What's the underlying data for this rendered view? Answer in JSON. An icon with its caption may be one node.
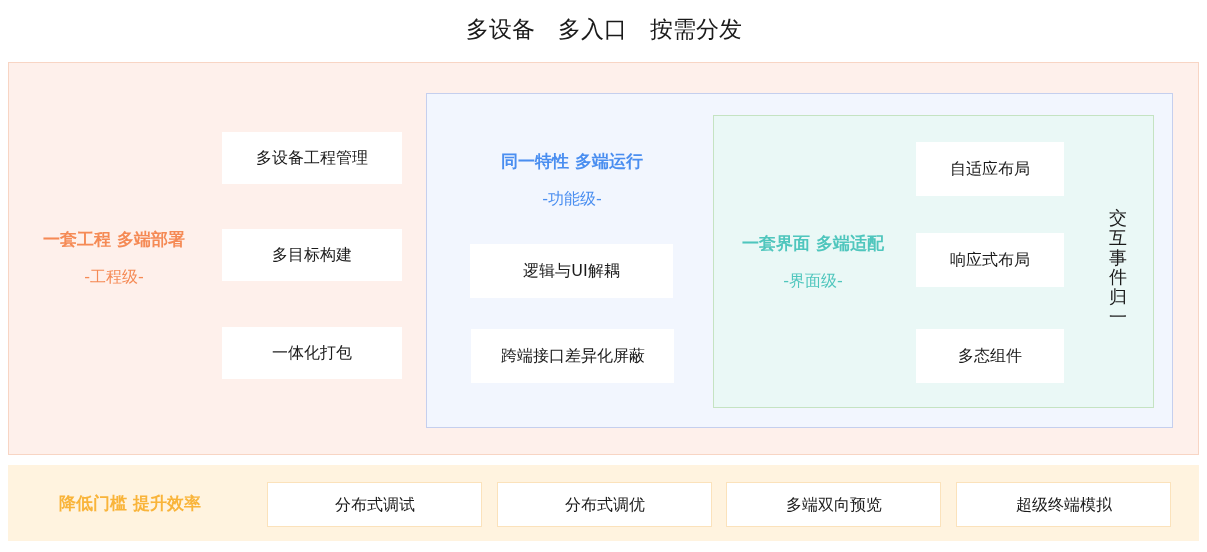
{
  "diagram": {
    "title": "多设备 多入口 按需分发",
    "nodes": [
      {
        "text": [
          "一套工程 多端部署",
          "-工程级-"
        ]
      },
      {
        "text": [
          "多设备工程管理"
        ],
        "in": 0
      },
      {
        "text": [
          "多目标构建"
        ],
        "in": 0
      },
      {
        "text": [
          "一体化打包"
        ],
        "in": 0
      },
      {
        "text": [
          "同一特性 多端运行",
          "-功能级-"
        ],
        "in": 0
      },
      {
        "text": [
          "逻辑与UI解耦"
        ],
        "in": 4
      },
      {
        "text": [
          "跨端接口差异化屏蔽"
        ],
        "in": 4
      },
      {
        "text": [
          "一套界面 多端适配",
          "-界面级-"
        ],
        "in": 4
      },
      {
        "text": [
          "自适应布局"
        ],
        "in": 7
      },
      {
        "text": [
          "响应式布局"
        ],
        "in": 7
      },
      {
        "text": [
          "多态组件"
        ],
        "in": 7
      },
      {
        "text": [
          "降低门槛 提升效率"
        ]
      },
      {
        "text": [
          "分布式调试"
        ],
        "in": 11
      },
      {
        "text": [
          "分布式调优"
        ],
        "in": 11
      },
      {
        "text": [
          "多端双向预览"
        ],
        "in": 11
      },
      {
        "text": [
          "超级终端模拟"
        ],
        "in": 11
      }
    ],
    "labels": [
      "交互事件归一"
    ]
  }
}
